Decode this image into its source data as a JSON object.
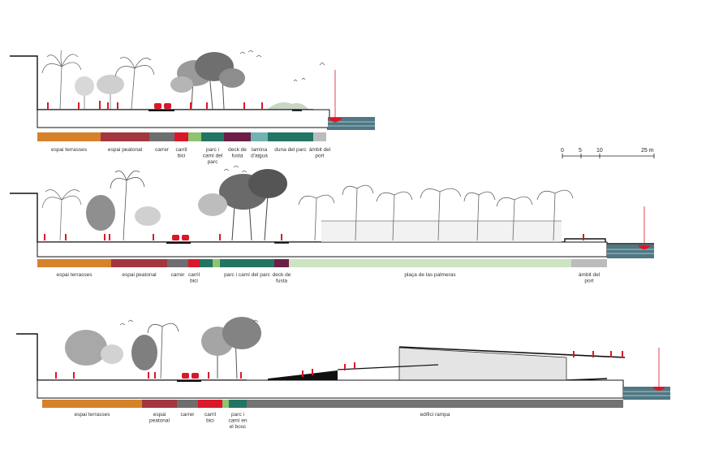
{
  "colors": {
    "terrasses": "#d6822b",
    "peatonal": "#a2373f",
    "carrer": "#6e6e6e",
    "bici": "#d9182b",
    "lightgreen": "#8fc36f",
    "parc": "#237563",
    "deck": "#6b1f47",
    "lamina": "#72b3b1",
    "port": "#bcbcbc",
    "placa": "#cde3c2",
    "edifici": "#737373",
    "figure": "#d9182b",
    "water": "#4f7883"
  },
  "scale": {
    "ticks": [
      "0",
      "5",
      "10",
      "25 m"
    ]
  },
  "sections": [
    {
      "id": "section-1",
      "zones": [
        {
          "label": "espai terrasses",
          "color": "terrasses"
        },
        {
          "label": "espai peatonal",
          "color": "peatonal"
        },
        {
          "label": "carrer",
          "color": "carrer"
        },
        {
          "label": "carril bici",
          "color": "bici"
        },
        {
          "label": "",
          "color": "lightgreen"
        },
        {
          "label": "parc i camí del parc",
          "color": "parc"
        },
        {
          "label": "deck de fusta",
          "color": "deck"
        },
        {
          "label": "lamina d'aigua",
          "color": "lamina"
        },
        {
          "label": "duna del parc",
          "color": "parc"
        },
        {
          "label": "àmbit del port",
          "color": "port"
        }
      ]
    },
    {
      "id": "section-2",
      "zones": [
        {
          "label": "espai terrasses",
          "color": "terrasses"
        },
        {
          "label": "espai peatonal",
          "color": "peatonal"
        },
        {
          "label": "carrer",
          "color": "carrer"
        },
        {
          "label": "carril bici",
          "color": "bici"
        },
        {
          "label": "",
          "color": "parc"
        },
        {
          "label": "",
          "color": "lightgreen"
        },
        {
          "label": "parc i camí del parc",
          "color": "parc"
        },
        {
          "label": "deck de fusta",
          "color": "deck"
        },
        {
          "label": "plaça de las palmeras",
          "color": "placa"
        },
        {
          "label": "àmbit del port",
          "color": "port"
        }
      ]
    },
    {
      "id": "section-3",
      "zones": [
        {
          "label": "espai terrasses",
          "color": "terrasses"
        },
        {
          "label": "espai peatonal",
          "color": "peatonal"
        },
        {
          "label": "carrer",
          "color": "carrer"
        },
        {
          "label": "carril bici",
          "color": "bici"
        },
        {
          "label": "",
          "color": "lightgreen"
        },
        {
          "label": "parc i camí en el bosc",
          "color": "parc"
        },
        {
          "label": "edifici rampa",
          "color": "edifici"
        }
      ]
    }
  ]
}
